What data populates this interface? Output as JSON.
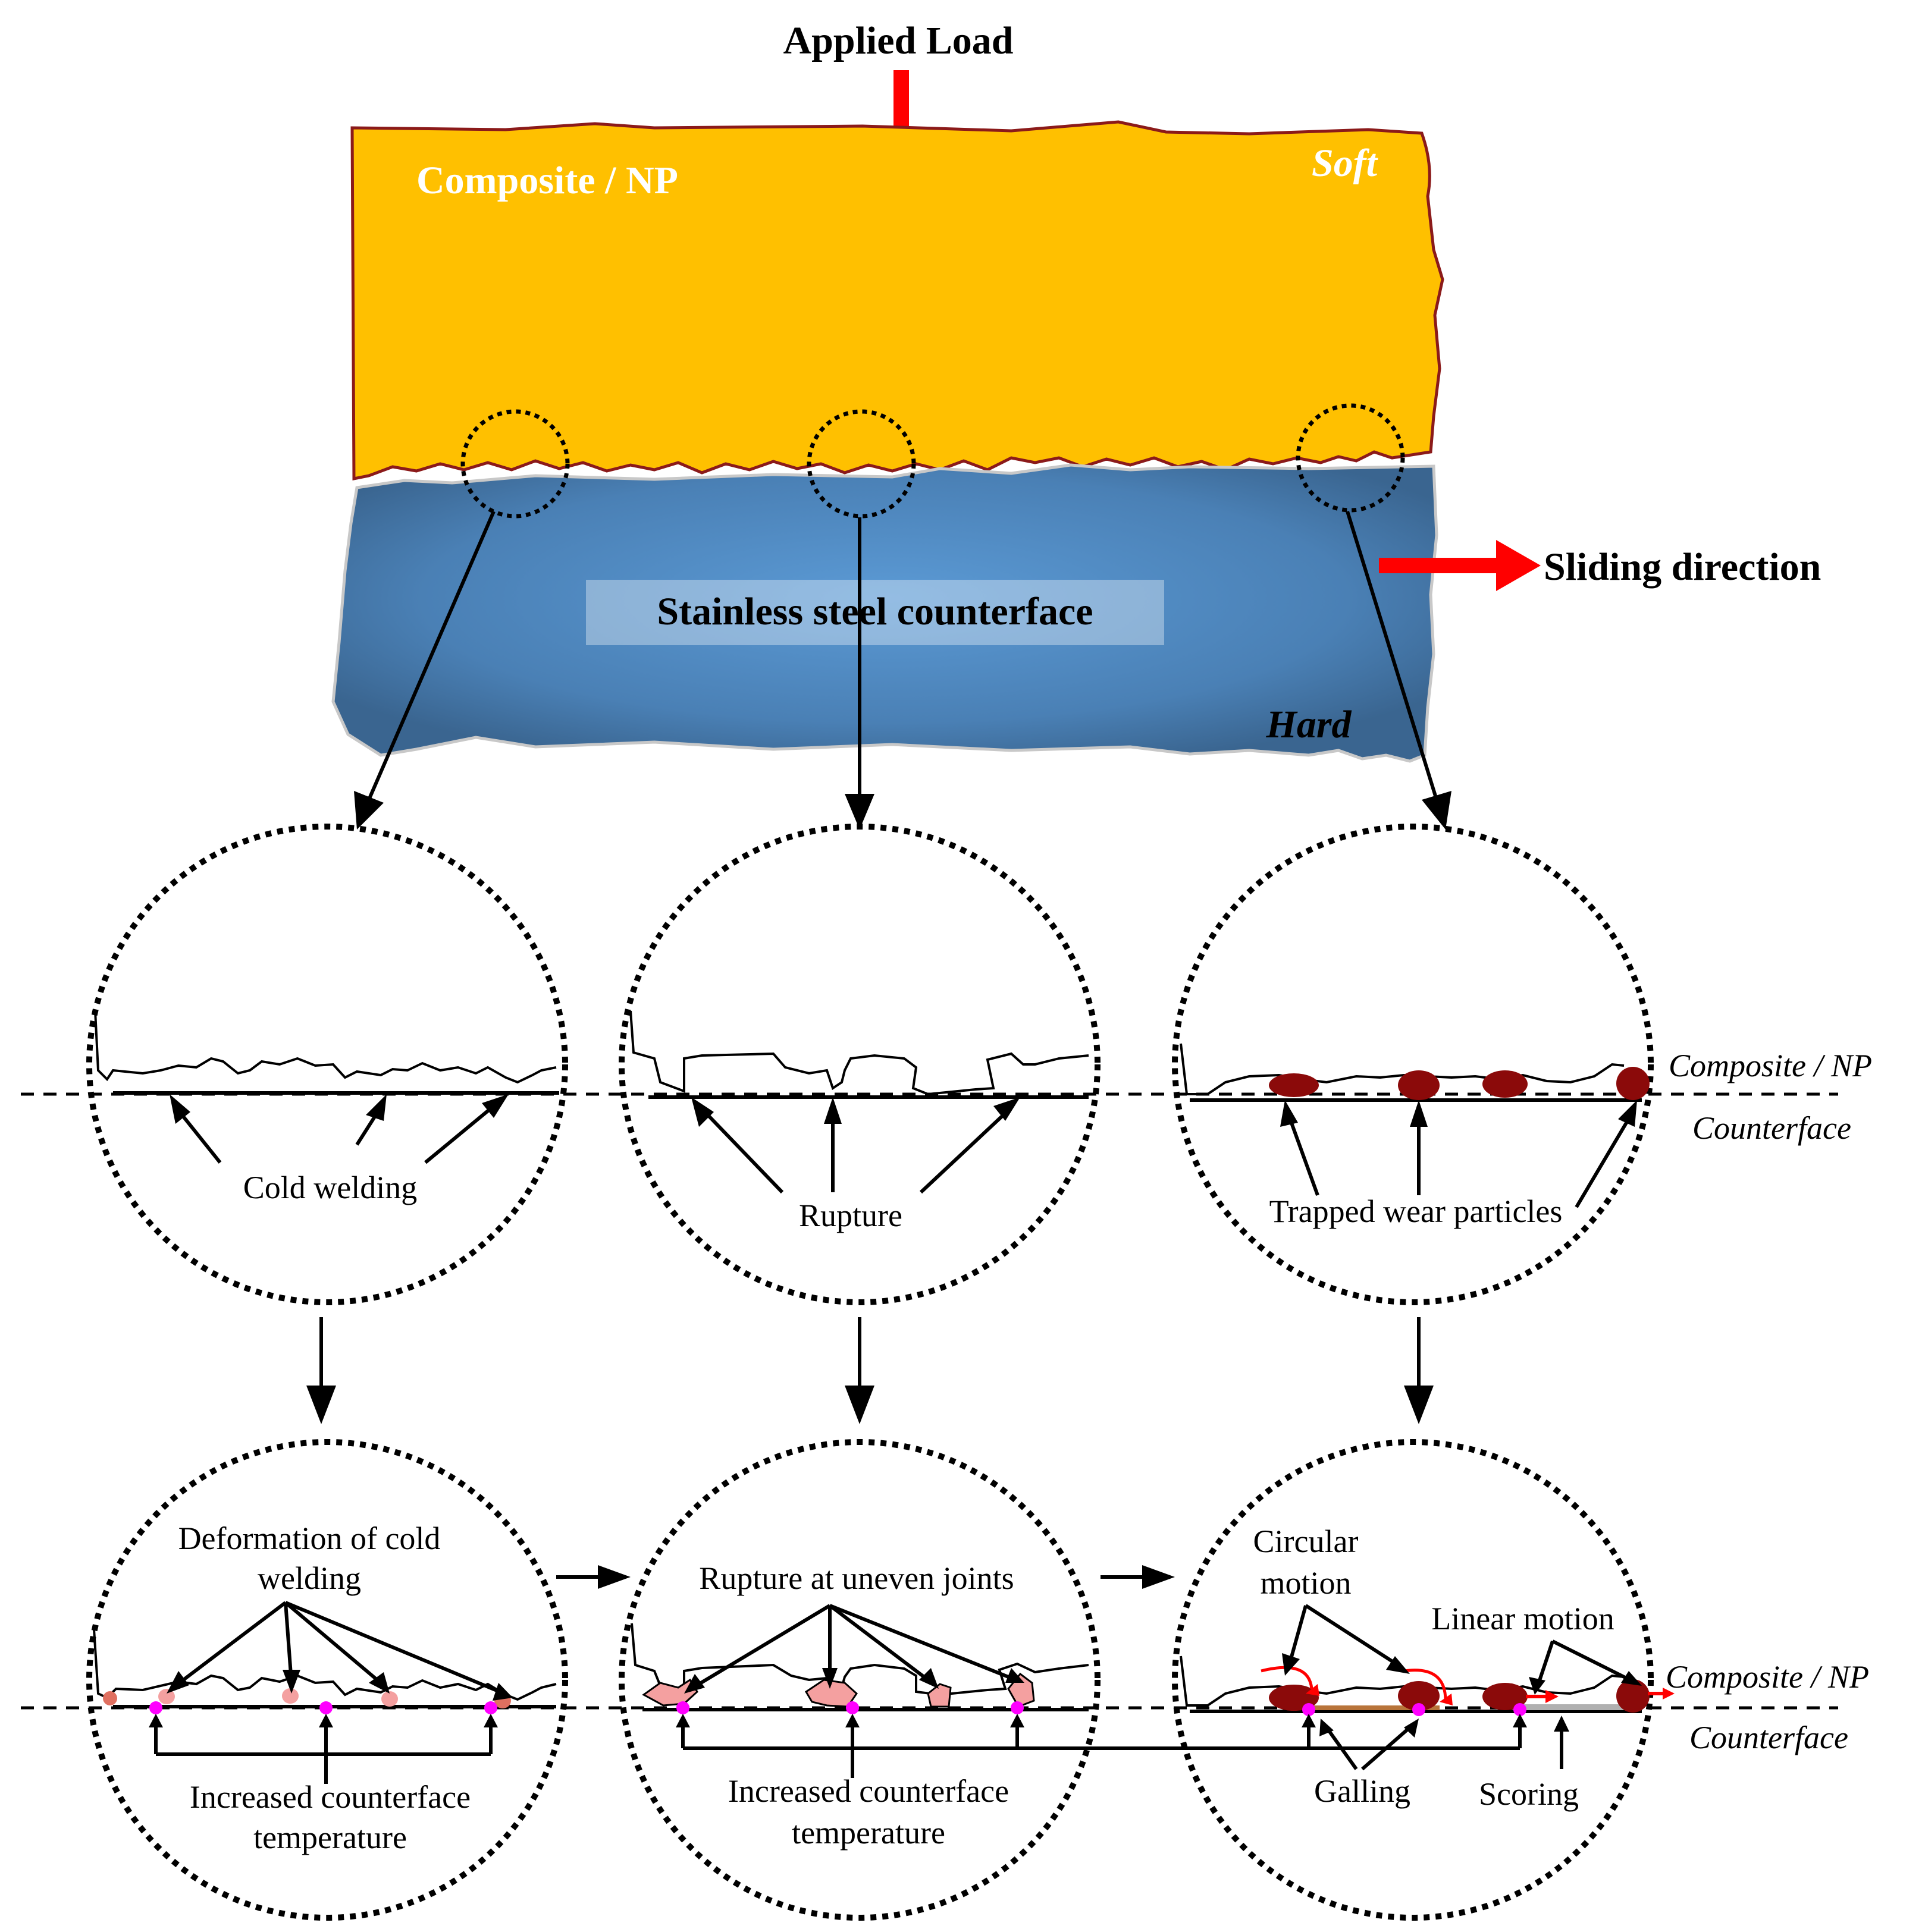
{
  "title": "Applied Load",
  "sliding_direction": "Sliding direction",
  "top_block": {
    "label": "Composite / NP",
    "hardness": "Soft"
  },
  "bottom_block": {
    "label": "Stainless steel counterface",
    "hardness": "Hard"
  },
  "stage1": [
    {
      "label": "Cold welding"
    },
    {
      "label": "Rupture"
    },
    {
      "label": "Trapped wear particles"
    }
  ],
  "stage2": [
    {
      "label": "Deformation of cold welding",
      "label_line1": "Deformation of cold",
      "label_line2": "welding",
      "temp_line1": "Increased counterface",
      "temp_line2": "temperature"
    },
    {
      "label": "Rupture at uneven joints",
      "temp_line1": "Increased counterface",
      "temp_line2": "temperature"
    },
    {
      "circular_line1": "Circular",
      "circular_line2": "motion",
      "linear": "Linear motion",
      "galling": "Galling",
      "scoring": "Scoring"
    }
  ],
  "interface_labels": {
    "upper": "Composite / NP",
    "lower": "Counterface"
  },
  "colors": {
    "composite": "#FFC000",
    "composite_border": "#8B1A1A",
    "steel_dark": "#3E6A96",
    "steel_light": "#5B9AD5",
    "load_arrow": "#FF0000",
    "wear_particle": "#8B0A0A",
    "weld_spot": "#F4A0A0",
    "heat_point": "#FF00FF",
    "scoring": "#B0B0B0"
  }
}
